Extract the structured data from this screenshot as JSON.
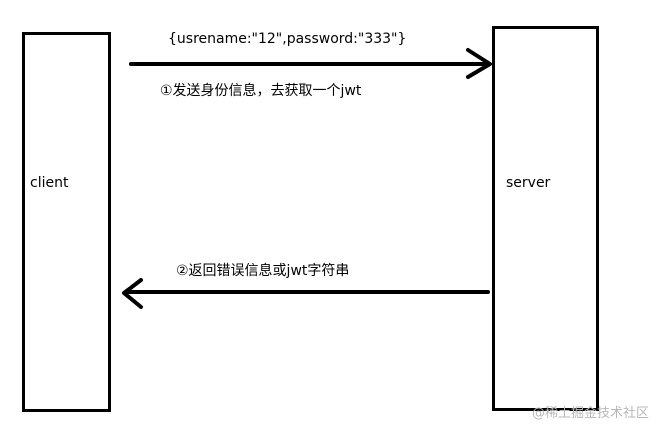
{
  "diagram": {
    "client_label": "client",
    "server_label": "server",
    "request_payload": "{usrename:\"12\",password:\"333\"}",
    "request_step": "①发送身份信息，去获取一个jwt",
    "response_step": "②返回错误信息或jwt字符串",
    "watermark": "@稀土掘金技术社区"
  },
  "colors": {
    "stroke": "#000000",
    "background": "#ffffff",
    "watermark": "#b8b8b8"
  }
}
